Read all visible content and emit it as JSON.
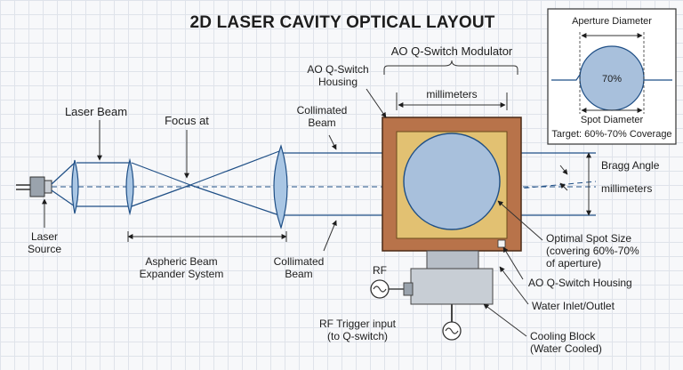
{
  "title": "2D LASER CAVITY OPTICAL LAYOUT",
  "labels": {
    "laser_beam": "Laser Beam",
    "focus_at": "Focus at",
    "collimated_beam_top": [
      "Collimated",
      "Beam"
    ],
    "ao_housing_top": [
      "AO Q-Switch",
      "Housing"
    ],
    "modulator": "AO Q-Switch Modulator",
    "millimeters_top": "millimeters",
    "bragg_angle": "Bragg Angle",
    "millimeters_right": "millimeters",
    "laser_source": [
      "Laser",
      "Source"
    ],
    "expander": [
      "Aspheric Beam",
      "Expander System"
    ],
    "collimated_beam_bottom": [
      "Collimated",
      "Beam"
    ],
    "optimal_spot": [
      "Optimal Spot Size",
      "(covering 60%-70%",
      "of aperture)"
    ],
    "ao_housing_right": "AO Q-Switch Housing",
    "water": "Water Inlet/Outlet",
    "cooling": [
      "Cooling Block",
      "(Water Cooled)"
    ],
    "rf": "RF",
    "rf_trigger": [
      "RF Trigger input",
      "(to Q-switch)"
    ]
  },
  "inset": {
    "aperture_diameter": "Aperture Diameter",
    "percent": "70%",
    "spot_diameter": "Spot Diameter",
    "target": "Target: 60%-70% Coverage"
  },
  "colors": {
    "beam": "#1f4f86",
    "lens": "#a9c6e4",
    "housing": "#b8734a",
    "inner": "#e2c172",
    "spot": "#a8c0dc"
  }
}
